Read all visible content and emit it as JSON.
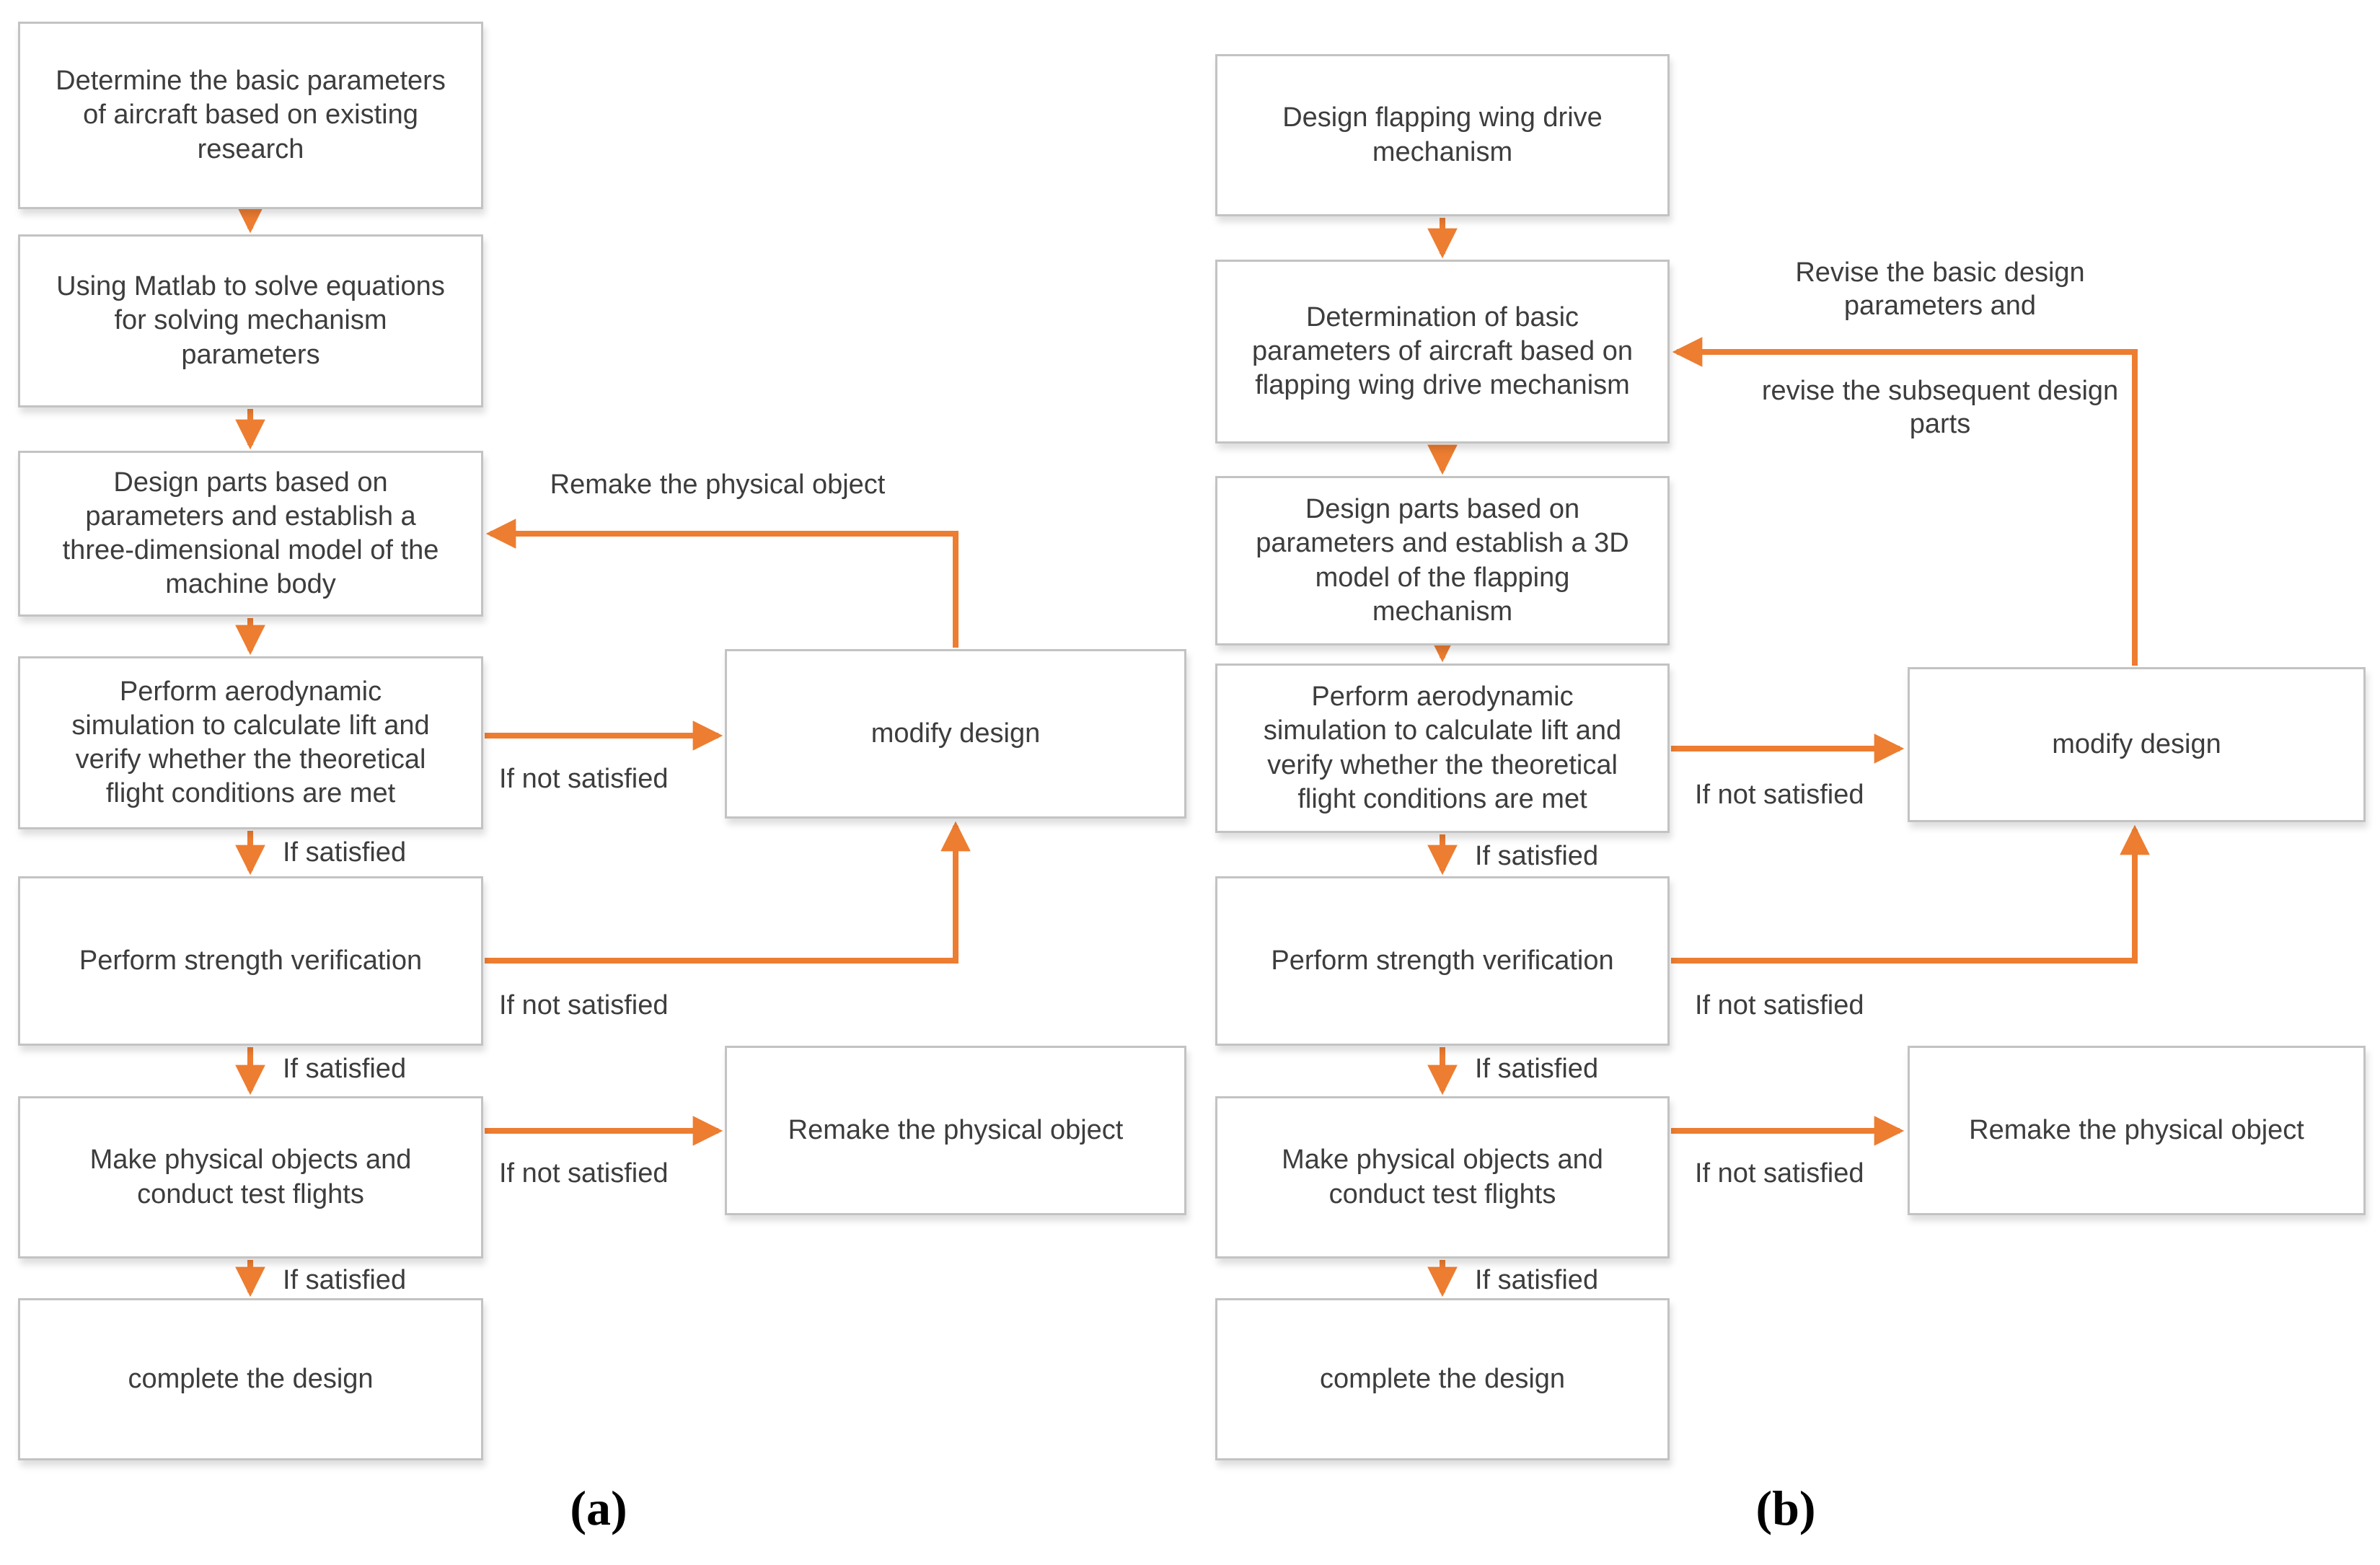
{
  "colors": {
    "arrow_orange": "#ED7D31",
    "box_border": "#C3C3C3",
    "text": "#3D3D3D"
  },
  "flowchart_a": {
    "caption": "(a)",
    "steps": {
      "step1": "Determine the basic parameters\nof aircraft based on existing\nresearch",
      "step2": "Using Matlab to solve equations\nfor solving mechanism\nparameters",
      "step3": "Design parts based on\nparameters and establish a\nthree-dimensional model of the\nmachine body",
      "step4": "Perform aerodynamic\nsimulation to calculate lift and\nverify whether the theoretical\nflight conditions are met",
      "step5": "Perform strength verification",
      "step6": "Make physical objects and\nconduct test flights",
      "step7": "complete the design"
    },
    "side_boxes": {
      "modify_design": "modify design",
      "remake_object": "Remake the physical object"
    },
    "labels": {
      "if_satisfied_1": "If satisfied",
      "if_satisfied_2": "If satisfied",
      "if_satisfied_3": "If satisfied",
      "if_not_satisfied_1": "If not satisfied",
      "if_not_satisfied_2": "If not satisfied",
      "if_not_satisfied_3": "If not satisfied",
      "remake_loop": "Remake the physical object"
    }
  },
  "flowchart_b": {
    "caption": "(b)",
    "steps": {
      "step1": "Design flapping wing drive\nmechanism",
      "step2": "Determination of basic\nparameters of aircraft based on\nflapping wing drive mechanism",
      "step3": "Design parts based on\nparameters and establish a 3D\nmodel of the flapping\nmechanism",
      "step4": "Perform aerodynamic\nsimulation to calculate lift and\nverify whether the theoretical\nflight conditions are met",
      "step5": "Perform strength verification",
      "step6": "Make physical objects and\nconduct test flights",
      "step7": "complete the design"
    },
    "side_boxes": {
      "modify_design": "modify design",
      "remake_object": "Remake the physical object"
    },
    "labels": {
      "if_satisfied_1": "If satisfied",
      "if_satisfied_2": "If satisfied",
      "if_satisfied_3": "If satisfied",
      "if_not_satisfied_1": "If not satisfied",
      "if_not_satisfied_2": "If not satisfied",
      "if_not_satisfied_3": "If not satisfied",
      "revise_line1": "Revise the basic design\nparameters and",
      "revise_line2": "revise the subsequent design\nparts"
    }
  }
}
